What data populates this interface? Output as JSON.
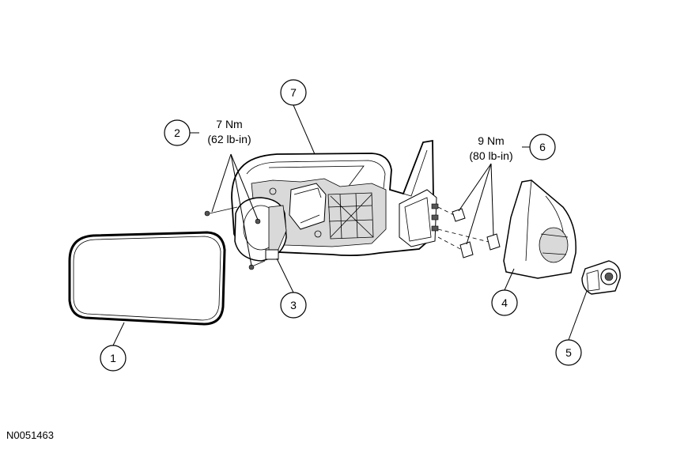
{
  "figure_id": "N0051463",
  "callouts": [
    {
      "number": "1"
    },
    {
      "number": "2"
    },
    {
      "number": "3"
    },
    {
      "number": "4"
    },
    {
      "number": "5"
    },
    {
      "number": "6"
    },
    {
      "number": "7"
    }
  ],
  "torque_specs": {
    "left": {
      "nm": "7 Nm",
      "lbin": "(62 lb-in)"
    },
    "right": {
      "nm": "9 Nm",
      "lbin": "(80 lb-in)"
    }
  }
}
